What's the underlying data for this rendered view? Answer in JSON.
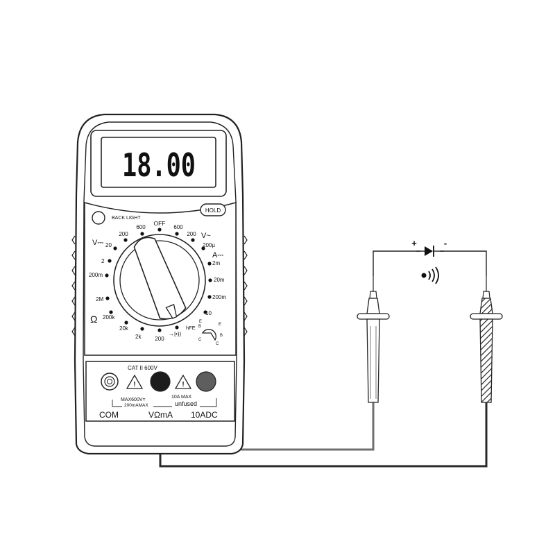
{
  "meter": {
    "display_value": "18.00",
    "backlight_label": "BACK LIGHT",
    "hold_label": "HOLD",
    "dial": {
      "off_label": "OFF",
      "dcv_label": "V⎓",
      "acv_label": "V~",
      "dca_label": "A⎓",
      "ohm_label": "Ω",
      "dcv_ranges": [
        "600",
        "200",
        "20",
        "2",
        "200m"
      ],
      "acv_ranges": [
        "600",
        "200"
      ],
      "dca_ranges": [
        "200µ",
        "2m",
        "20m",
        "200m",
        "10"
      ],
      "ohm_ranges": [
        "2M",
        "200k",
        "20k",
        "2k",
        "200"
      ],
      "hfe_label": "hFE",
      "hfe_pins": [
        "E",
        "B",
        "C",
        "C",
        "B",
        "E"
      ],
      "diode_label": "→|•))"
    },
    "jacks": {
      "cat_label": "CAT II 600V",
      "max_label": "MAX600V=",
      "ma_max_label": "200mAMAX",
      "tenA_max_label": "10A  MAX",
      "unfused_label": "unfused",
      "com_label": "COM",
      "vma_label": "VΩmA",
      "tenadc_label": "10ADC"
    }
  },
  "circuit": {
    "diode_plus": "+",
    "diode_minus": "-",
    "continuity_symbol": "•))"
  },
  "colors": {
    "outline": "#222222",
    "jack_black": "#1c1c1c",
    "jack_gray": "#5e5e5e",
    "wire_black": "#2a2a2a",
    "wire_gray": "#6f6f6f"
  }
}
